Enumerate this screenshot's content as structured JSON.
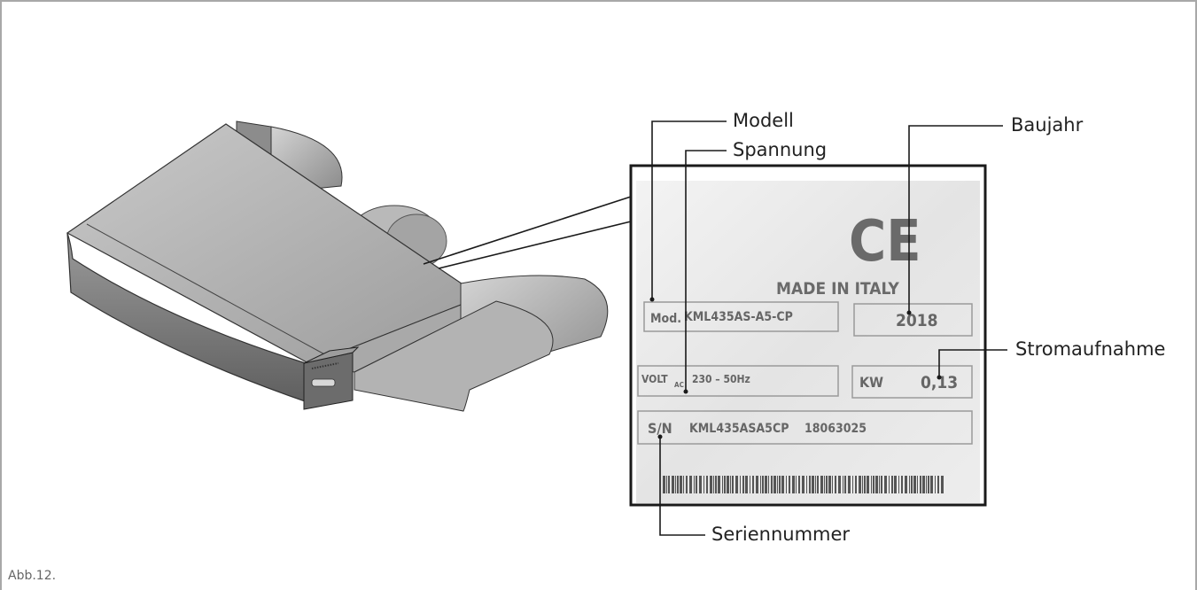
{
  "figure": {
    "caption": "Abb.12."
  },
  "callouts": {
    "modell": "Modell",
    "spannung": "Spannung",
    "baujahr": "Baujahr",
    "stromaufnahme": "Stromaufnahme",
    "seriennummer": "Seriennummer"
  },
  "nameplate": {
    "ce_mark": "CE",
    "origin": "MADE IN ITALY",
    "model_prefix": "Mod.",
    "model_value": "KML435AS-A5-CP",
    "year_value": "2018",
    "volt_prefix": "VOLT",
    "volt_subscript": "AC",
    "volt_value": "230 – 50Hz",
    "power_prefix": "KW",
    "power_value": "0,13",
    "serial_prefix": "S/N",
    "serial_value": "KML435ASA5CP    18063025"
  },
  "colors": {
    "frame": "#a8a8a8",
    "line": "#1a1a1a",
    "label_bg": "#e9e9e9",
    "hood_light": "#cfcfcf",
    "hood_dark": "#7d7d7d"
  }
}
